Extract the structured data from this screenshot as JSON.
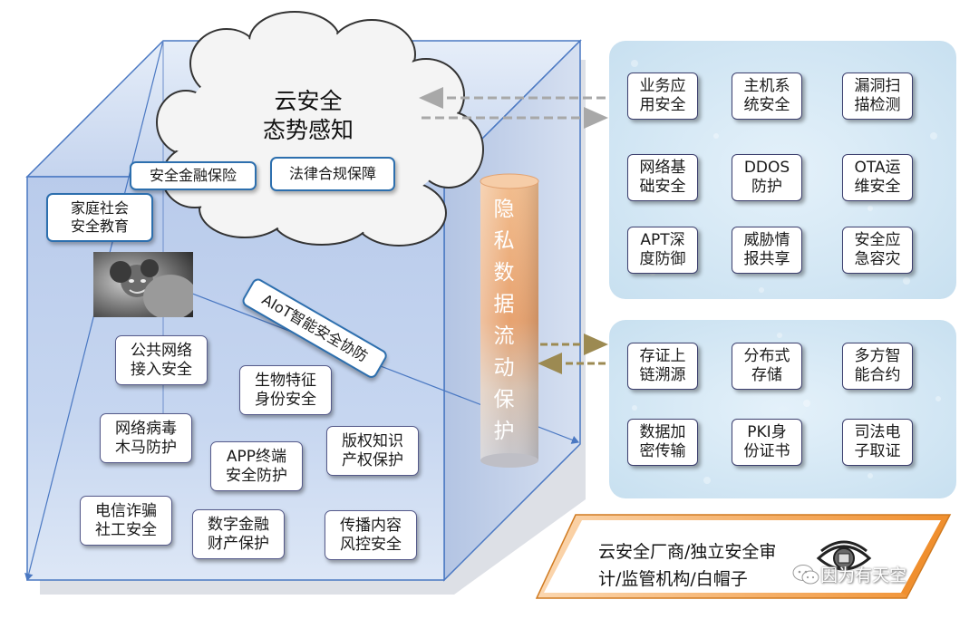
{
  "cloud": {
    "title": "云安全\n态势感知"
  },
  "cube_labels": {
    "finance_insurance": "安全金融保险",
    "legal_compliance": "法律合规保障",
    "family_education": "家庭社会\n安全教育",
    "aiot": "AIoT智能安全协防"
  },
  "cube_items": [
    "公共网络\n接入安全",
    "生物特征\n身份安全",
    "网络病毒\n木马防护",
    "APP终端\n安全防护",
    "版权知识\n产权保护",
    "电信诈骗\n社工安全",
    "数字金融\n财产保护",
    "传播内容\n风控安全"
  ],
  "pillar": {
    "text": "隐私数据流动保护"
  },
  "top_panel": [
    "业务应\n用安全",
    "主机系\n统安全",
    "漏洞扫\n描检测",
    "网络基\n础安全",
    "DDOS\n防护",
    "OTA运\n维安全",
    "APT深\n度防御",
    "威胁情\n报共享",
    "安全应\n急容灾"
  ],
  "bottom_panel": [
    "存证上\n链溯源",
    "分布式\n存储",
    "多方智\n能合约",
    "数据加\n密传输",
    "PKI身\n份证书",
    "司法电\n子取证"
  ],
  "footer": {
    "text": "云安全厂商/独立安全审\n计/监管机构/白帽子"
  },
  "watermark": {
    "text": "因为有天空"
  },
  "icons": {
    "eye": "eye-icon",
    "photo": "child-photo",
    "wechat": "wechat-icon"
  },
  "colors": {
    "cube_front": "#a9bde3",
    "cube_edge": "#4a78c2",
    "label_border": "#2d6fae",
    "pillar_top": "#e08a48",
    "pillar_bottom": "#c9c9cf",
    "panel": "#cfe6f4",
    "footer": "#f29a3c",
    "arrow_gray": "#a8a8a8",
    "arrow_olive": "#9c8a52"
  }
}
